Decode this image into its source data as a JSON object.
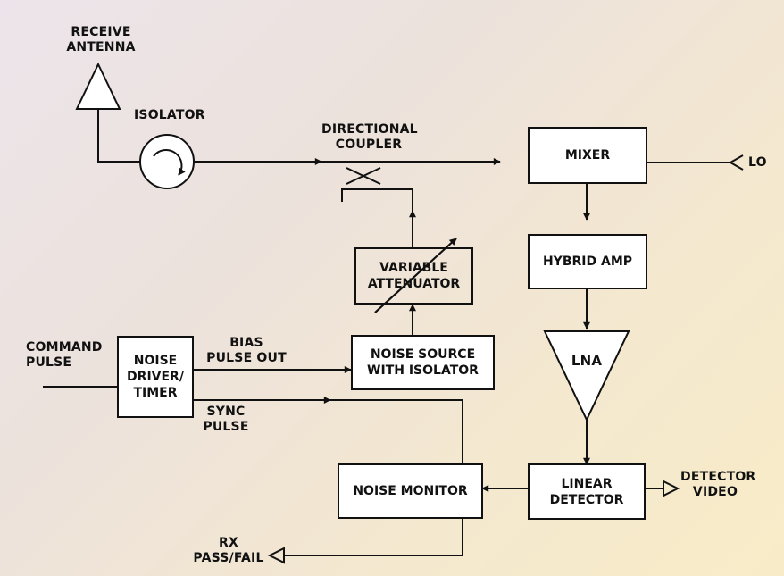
{
  "labels": {
    "receive_antenna": [
      "RECEIVE",
      "ANTENNA"
    ],
    "isolator": "ISOLATOR",
    "directional_coupler": [
      "DIRECTIONAL",
      "COUPLER"
    ],
    "lo": "LO",
    "command_pulse": [
      "COMMAND",
      "PULSE"
    ],
    "bias_pulse_out": [
      "BIAS",
      "PULSE OUT"
    ],
    "sync_pulse": [
      "SYNC",
      "PULSE"
    ],
    "detector_video": [
      "DETECTOR",
      "VIDEO"
    ],
    "rx_pass_fail": [
      "RX",
      "PASS/FAIL"
    ]
  },
  "blocks": {
    "mixer": [
      "MIXER"
    ],
    "hybrid_amp": [
      "HYBRID AMP"
    ],
    "lna": "LNA",
    "variable_attenuator": [
      "VARIABLE",
      "ATTENUATOR"
    ],
    "noise_source": [
      "NOISE SOURCE",
      "WITH ISOLATOR"
    ],
    "noise_driver": [
      "NOISE",
      "DRIVER/",
      "TIMER"
    ],
    "noise_monitor": [
      "NOISE MONITOR"
    ],
    "linear_detector": [
      "LINEAR",
      "DETECTOR"
    ]
  }
}
